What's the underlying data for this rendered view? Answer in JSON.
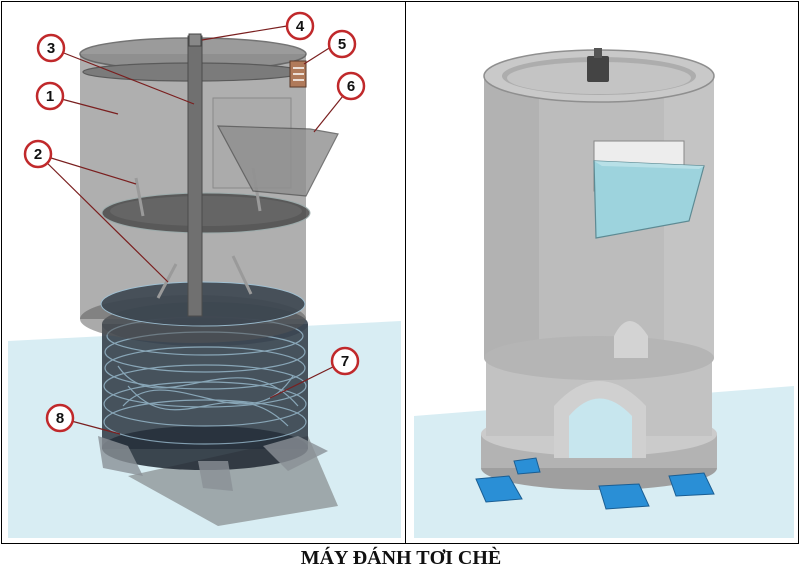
{
  "caption": "MÁY ĐÁNH TƠI CHÈ",
  "callouts": [
    {
      "label": "1"
    },
    {
      "label": "2"
    },
    {
      "label": "3"
    },
    {
      "label": "4"
    },
    {
      "label": "5"
    },
    {
      "label": "6"
    },
    {
      "label": "7"
    },
    {
      "label": "8"
    }
  ],
  "colors": {
    "callout_ring": "#c0292b",
    "floor": "#d7ecf2",
    "body_shell": "#bfbfbf",
    "chute": "#9dd3dd",
    "feet": "#2a8fd6",
    "gold_ring": "#d4b32a"
  }
}
